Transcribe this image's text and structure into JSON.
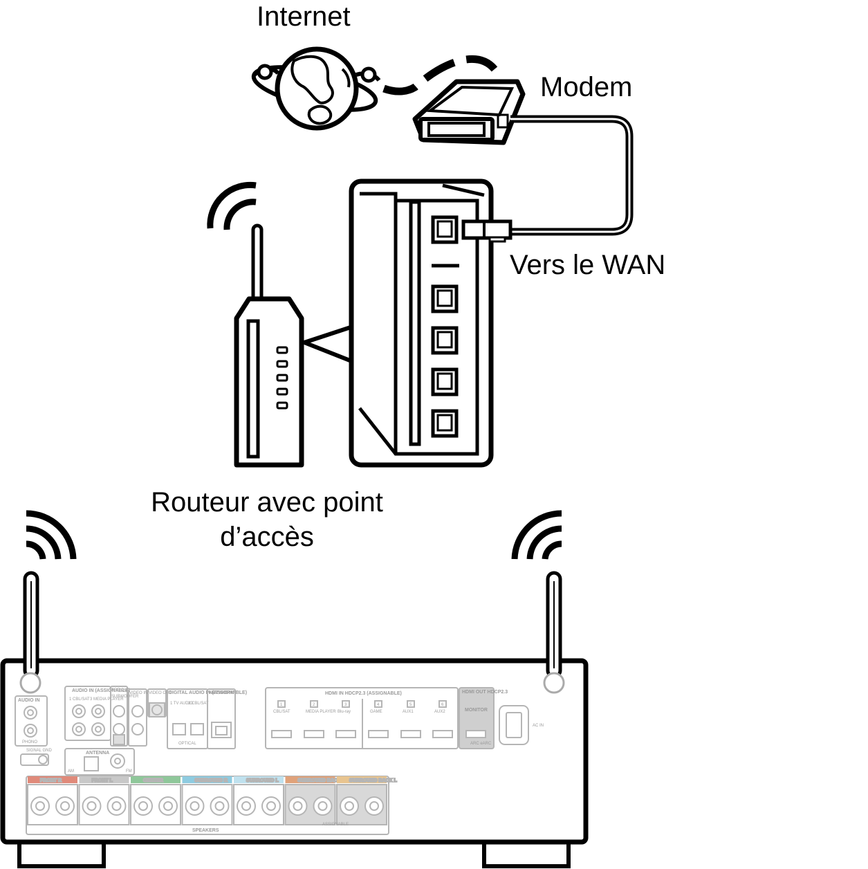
{
  "labels": {
    "internet": "Internet",
    "modem": "Modem",
    "wan": "Vers le WAN",
    "router": "Routeur avec point d’accès"
  },
  "receiver": {
    "audio_in": "AUDIO IN",
    "phono": "PHONO",
    "signal_gnd": "SIGNAL GND",
    "audio_assignable": "AUDIO IN (ASSIGNABLE)",
    "audio_inputs": [
      "1 CBL/SAT",
      "3 MEDIA PLAYER"
    ],
    "preout": "PRE OUT",
    "subwoofer": "SUBWOOFER",
    "video_in": "VIDEO IN",
    "video_out": "VIDEO OUT",
    "monitor": "MONITOR",
    "digital_audio": "DIGITAL AUDIO IN (ASSIGNABLE)",
    "digital_inputs": [
      "1 TV AUDIO",
      "2 CBL/SAT"
    ],
    "optical": "OPTICAL",
    "network": "NETWORK",
    "antenna": "ANTENNA",
    "am": "AM",
    "fm": "FM",
    "hdmi_header": "HDMI IN HDCP2.3 (ASSIGNABLE)",
    "hdmi_inputs": [
      {
        "num": "1",
        "name": "CBL/SAT"
      },
      {
        "num": "2",
        "name": "MEDIA PLAYER"
      },
      {
        "num": "3",
        "name": "Blu-ray"
      },
      {
        "num": "4",
        "name": "GAME"
      },
      {
        "num": "5",
        "name": "AUX1"
      },
      {
        "num": "6",
        "name": "AUX2"
      }
    ],
    "hdmi_out": "HDMI OUT HDCP2.3",
    "hdmi_monitor": "MONITOR",
    "arc": "ARC eARC",
    "ac_in": "AC IN",
    "speaker_groups": [
      {
        "name": "FRONT R",
        "color": "#e08a7a"
      },
      {
        "name": "FRONT L",
        "color": "#c8c8c8"
      },
      {
        "name": "CENTER",
        "color": "#8fc79a"
      },
      {
        "name": "SURROUND R",
        "color": "#8ecbe0"
      },
      {
        "name": "SURROUND L",
        "color": "#bfe1ee"
      },
      {
        "name": "SURROUND BACK R",
        "color": "#e0a27a"
      },
      {
        "name": "SURROUND BACK L",
        "color": "#e8c48f"
      }
    ],
    "speakers": "SPEAKERS",
    "assignable": "ASSIGNABLE"
  }
}
